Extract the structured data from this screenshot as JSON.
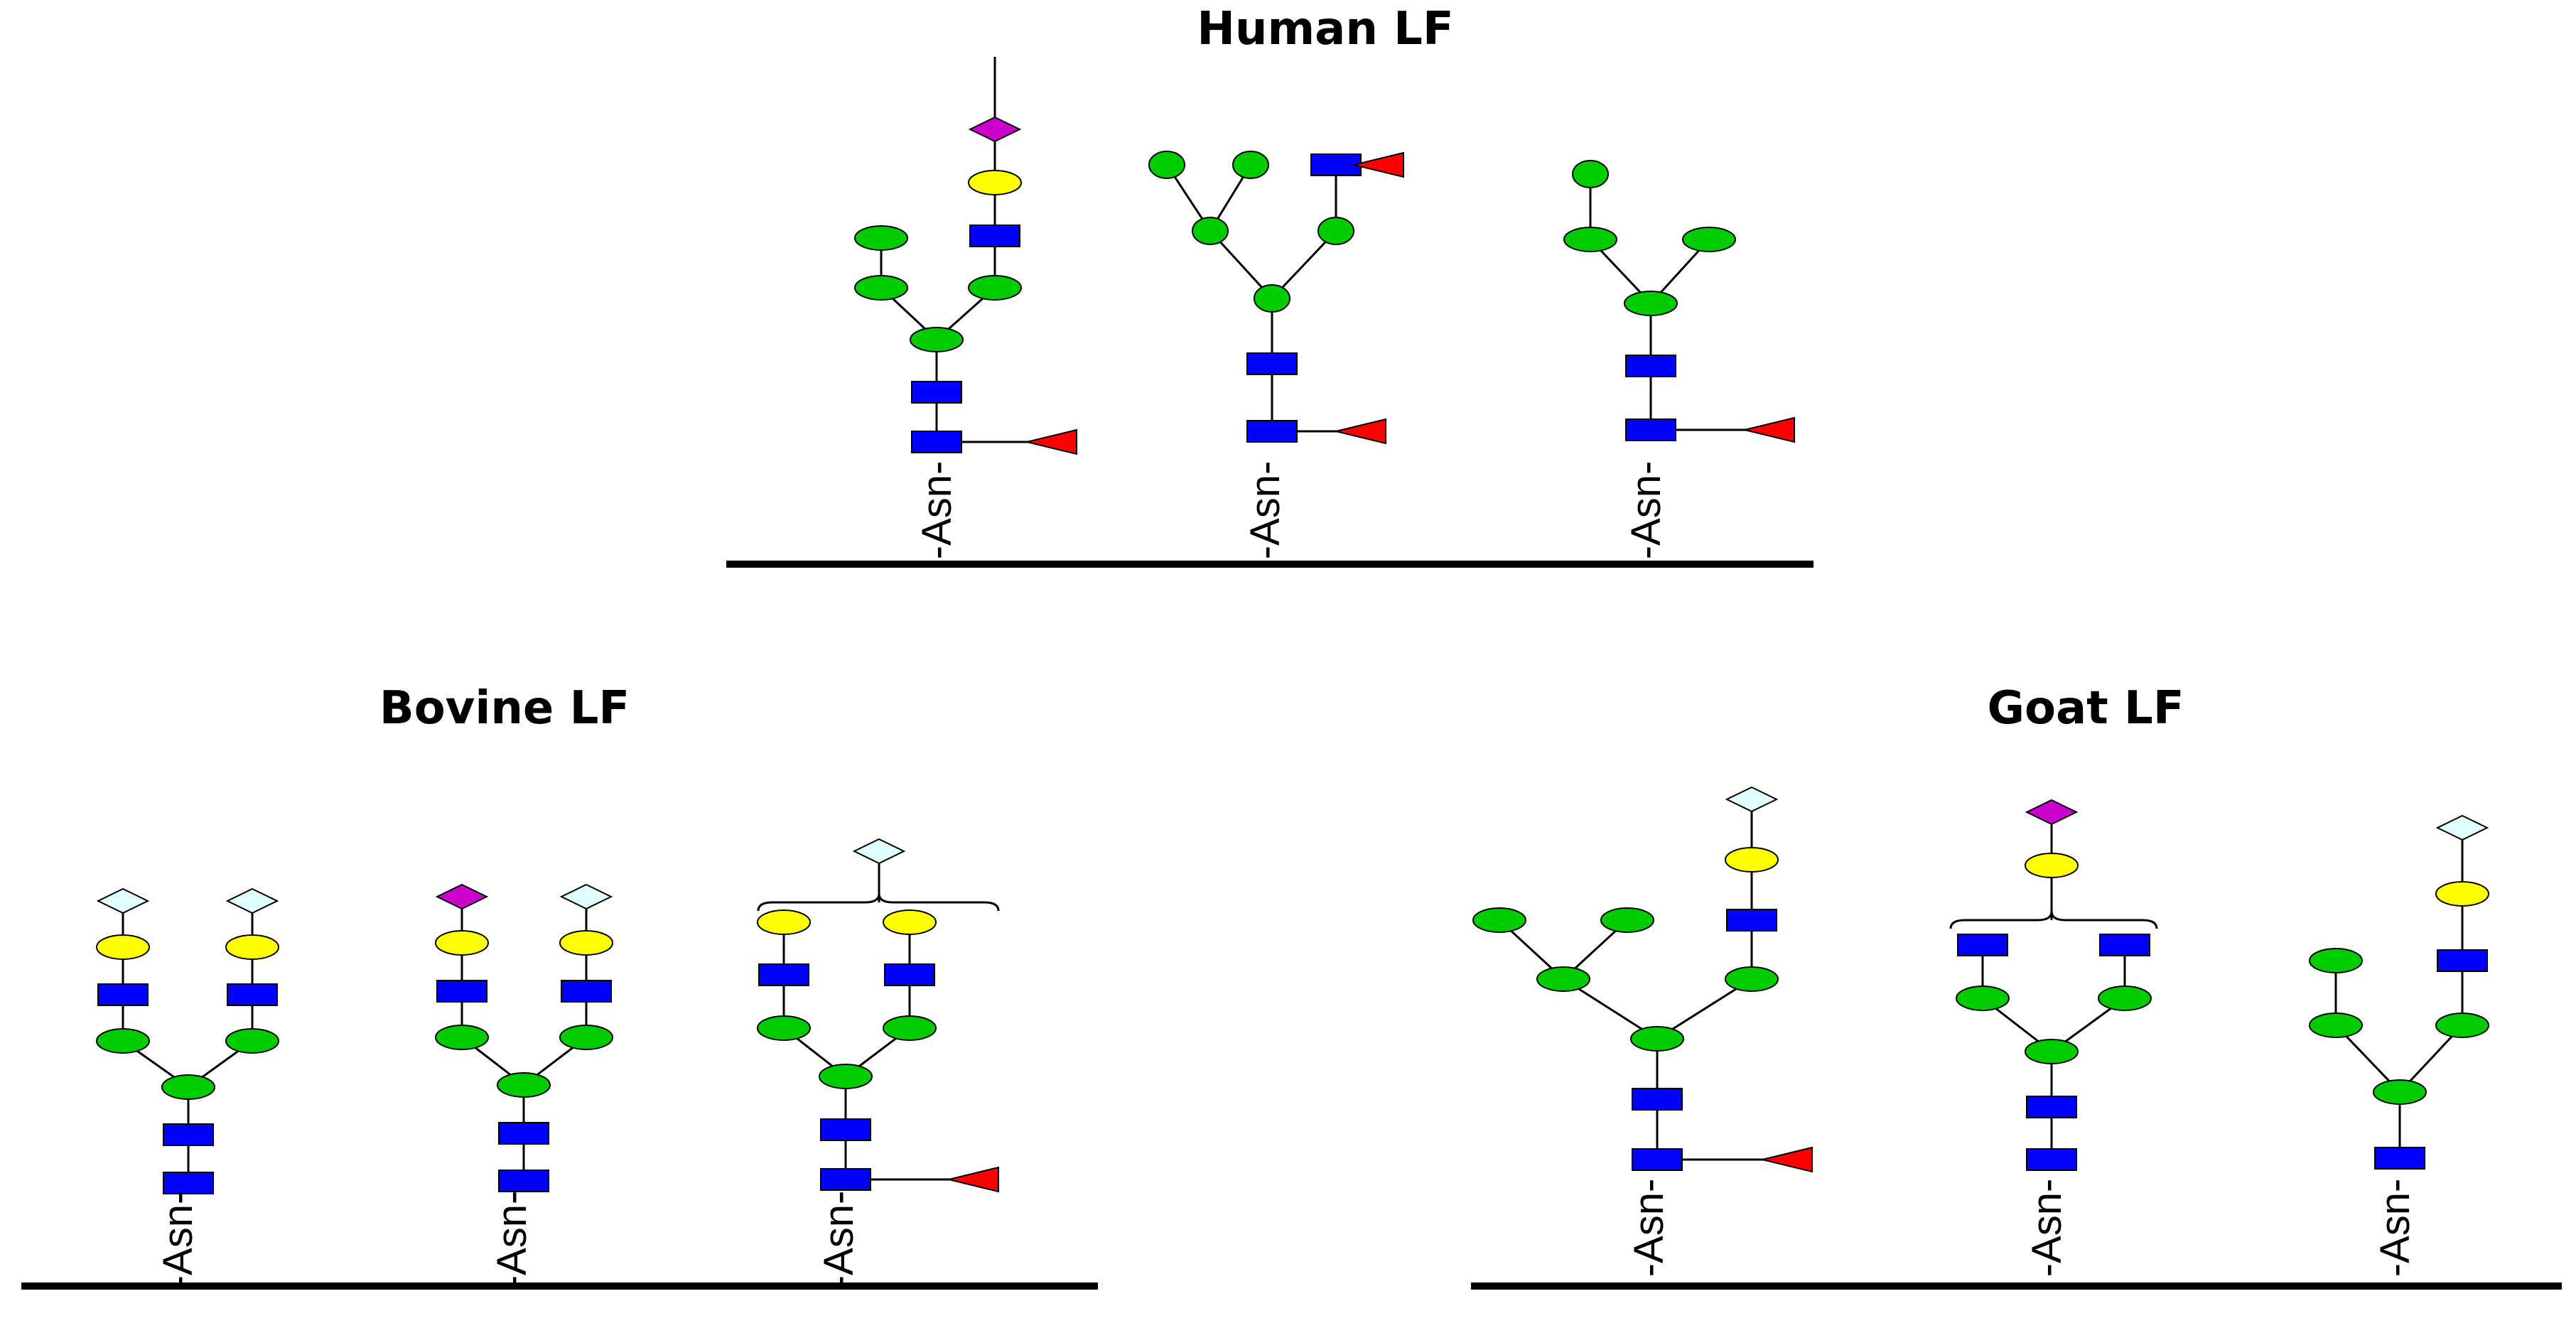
{
  "panels": [
    {
      "name": "human",
      "title": "Human LF",
      "glycans": [
        "-Asn-",
        "-Asn-",
        "-Asn-"
      ]
    },
    {
      "name": "bovine",
      "title": "Bovine LF",
      "glycans": [
        "-Asn-",
        "-Asn-",
        "-Asn-"
      ]
    },
    {
      "name": "goat",
      "title": "Goat LF",
      "glycans": [
        "-Asn-",
        "-Asn-",
        "-Asn-"
      ]
    }
  ],
  "colors": {
    "glcnac_square": "#0000ff",
    "mannose_circle": "#00cc00",
    "galactose_circle": "#ffff00",
    "fucose_triangle": "#ff0000",
    "neu5ac_diamond": "#cc00cc",
    "neu5gc_diamond": "#e0ffff"
  },
  "glycan_symbols": [
    "glcnac-square",
    "mannose-circle",
    "galactose-circle",
    "fucose-triangle",
    "neu5ac-diamond",
    "neu5gc-diamond"
  ]
}
